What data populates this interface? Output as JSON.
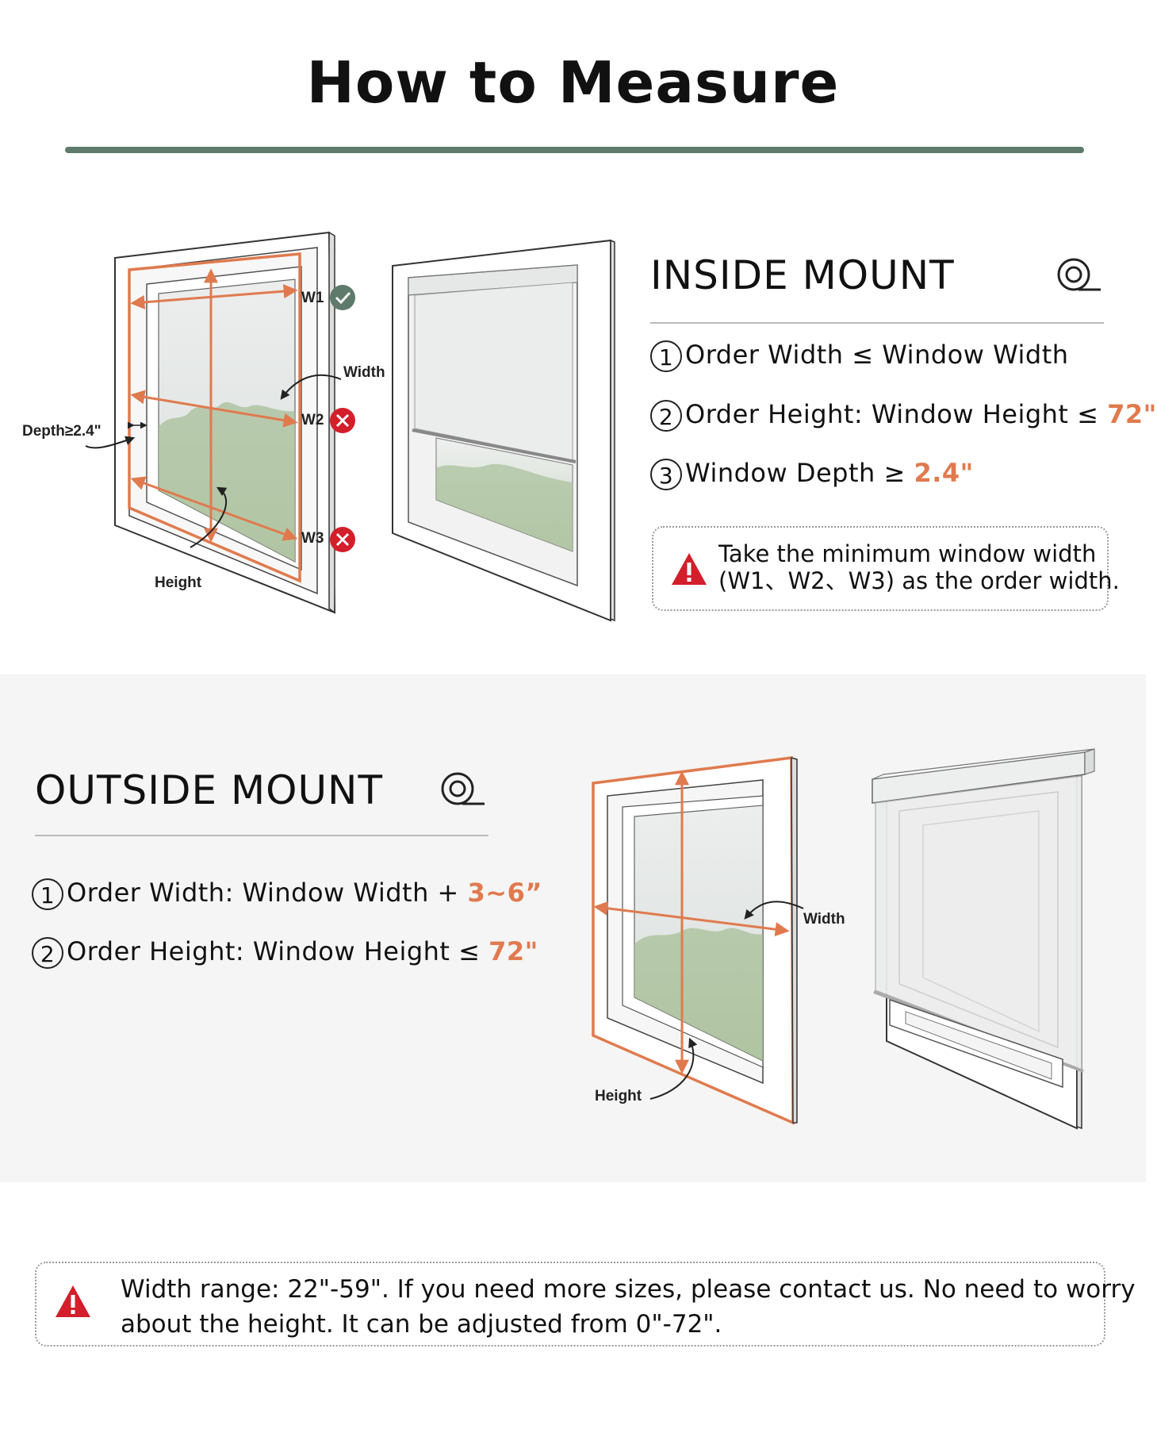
{
  "page": {
    "title": "How to Measure"
  },
  "inside": {
    "heading": "INSIDE MOUNT",
    "items": [
      {
        "num": "1",
        "text": "Order Width ≤ Window Width",
        "accent": ""
      },
      {
        "num": "2",
        "text": "Order Height: Window Height ≤ ",
        "accent": "72\""
      },
      {
        "num": "3",
        "text": "Window Depth ≥ ",
        "accent": "2.4\""
      }
    ],
    "note_line1": "Take the minimum window width",
    "note_line2": "(W1、W2、W3)  as the order width.",
    "diagram": {
      "w1": "W1",
      "w2": "W2",
      "w3": "W3",
      "width_label": "Width",
      "height_label": "Height",
      "depth_label": "Depth≥2.4\""
    }
  },
  "outside": {
    "heading": "OUTSIDE MOUNT",
    "items": [
      {
        "num": "1",
        "text": "Order Width: Window Width + ",
        "accent": "3~6”"
      },
      {
        "num": "2",
        "text": "Order Height: Window Height ≤ ",
        "accent": "72\""
      }
    ],
    "diagram": {
      "width_label": "Width",
      "height_label": "Height"
    }
  },
  "footer": {
    "note_line1": "Width range: 22\"-59\". If you need more sizes, please contact us. No need to worry",
    "note_line2": "about the height. It can be adjusted from 0\"-72\"."
  },
  "icons": {
    "check": "check-circle-icon",
    "cross": "cross-circle-icon",
    "warning": "warning-triangle-icon",
    "tape": "measuring-tape-icon"
  },
  "colors": {
    "accent": "#e07a4e",
    "rule": "#5e7a6a",
    "ok": "#5e7a6a",
    "bad": "#d21f2b",
    "warning": "#d21f2b"
  }
}
